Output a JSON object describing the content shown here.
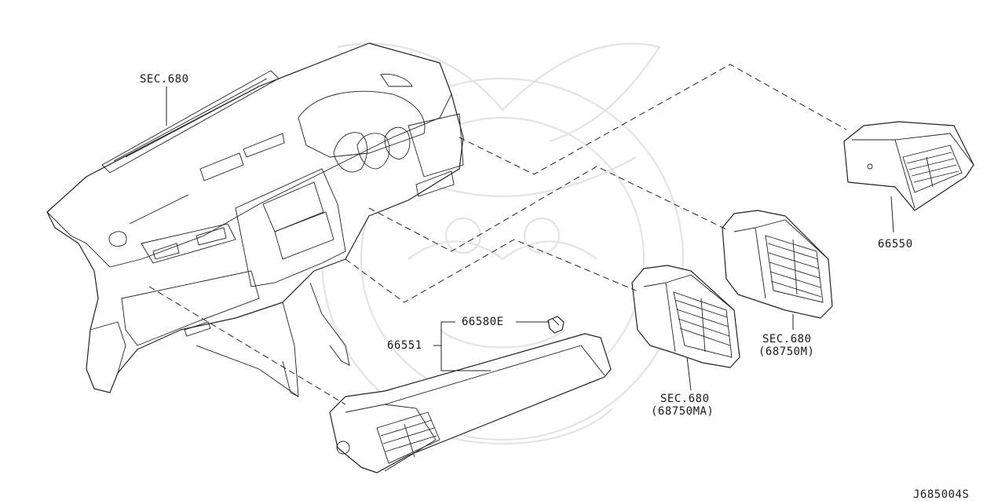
{
  "diagram_code": "J685004S",
  "labels": {
    "sec680_panel": "SEC.680",
    "part_66550": "66550",
    "sec680_m": "SEC.680",
    "sec680_m_code": "(68750M)",
    "sec680_ma": "SEC.680",
    "sec680_ma_code": "(68750MA)",
    "part_66580e": "66580E",
    "part_66551": "66551"
  }
}
